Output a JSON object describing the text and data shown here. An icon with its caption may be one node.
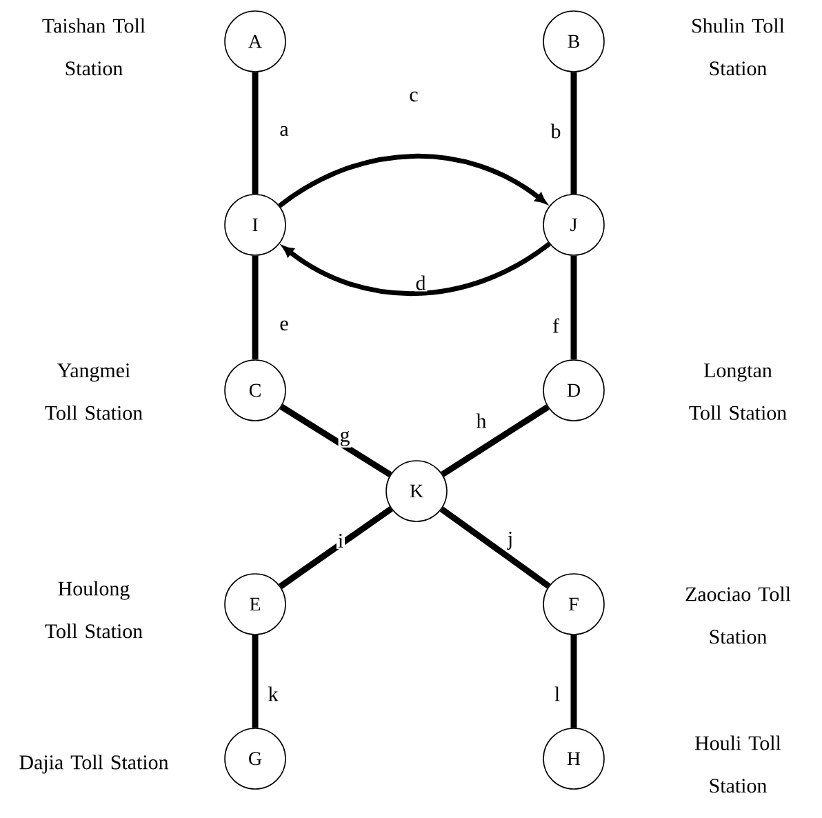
{
  "diagram": {
    "nodes": [
      {
        "text": [
          "A"
        ]
      },
      {
        "text": [
          "B"
        ]
      },
      {
        "text": [
          "I"
        ]
      },
      {
        "text": [
          "J"
        ]
      },
      {
        "text": [
          "C"
        ]
      },
      {
        "text": [
          "D"
        ]
      },
      {
        "text": [
          "K"
        ]
      },
      {
        "text": [
          "E"
        ]
      },
      {
        "text": [
          "F"
        ]
      },
      {
        "text": [
          "G"
        ]
      },
      {
        "text": [
          "H"
        ]
      }
    ],
    "labels": [
      "Taishan Toll Station",
      "Shulin Toll Station",
      "Yangmei Toll Station",
      "Longtan Toll Station",
      "Houlong Toll Station",
      "Zaociao Toll Station",
      "Dajia Toll Station",
      "Houli Toll Station"
    ],
    "edges": [
      {
        "from": 0,
        "to": 2,
        "arrow": "none",
        "label": "a"
      },
      {
        "from": 1,
        "to": 3,
        "arrow": "none",
        "label": "b"
      },
      {
        "from": 2,
        "to": 3,
        "arrow": "to",
        "label": "c"
      },
      {
        "from": 3,
        "to": 2,
        "arrow": "to",
        "label": "d"
      },
      {
        "from": 2,
        "to": 4,
        "arrow": "none",
        "label": "e"
      },
      {
        "from": 3,
        "to": 5,
        "arrow": "none",
        "label": "f"
      },
      {
        "from": 4,
        "to": 6,
        "arrow": "none",
        "label": "g"
      },
      {
        "from": 5,
        "to": 6,
        "arrow": "none",
        "label": "h"
      },
      {
        "from": 6,
        "to": 7,
        "arrow": "none",
        "label": "i"
      },
      {
        "from": 6,
        "to": 8,
        "arrow": "none",
        "label": "j"
      },
      {
        "from": 7,
        "to": 9,
        "arrow": "none",
        "label": "k"
      },
      {
        "from": 8,
        "to": 10,
        "arrow": "none",
        "label": "l"
      }
    ]
  }
}
